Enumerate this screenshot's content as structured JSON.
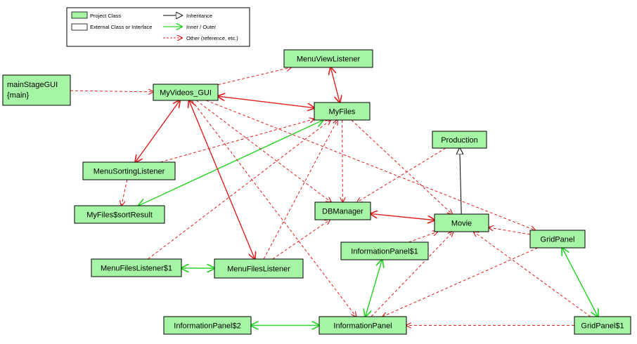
{
  "colors": {
    "project_fill": "#a6f5a6",
    "external_fill": "#ffffff",
    "inheritance": "#000000",
    "inner": "#2ed52e",
    "other": "#e32020"
  },
  "legend": {
    "project_class": "Project Class",
    "external_class": "External Class or Interface",
    "inheritance": "Inheritance",
    "inner_outer": "Inner / Outer",
    "other": "Other (reference, etc.)"
  },
  "nodes": [
    {
      "id": "mainStageGUI",
      "lines": [
        "mainStageGUI",
        "{main}"
      ]
    },
    {
      "id": "MyVideos_GUI",
      "lines": [
        "MyVideos_GUI"
      ]
    },
    {
      "id": "MenuViewListener",
      "lines": [
        "MenuViewListener"
      ]
    },
    {
      "id": "MyFiles",
      "lines": [
        "MyFiles"
      ]
    },
    {
      "id": "Production",
      "lines": [
        "Production"
      ]
    },
    {
      "id": "MenuSortingListener",
      "lines": [
        "MenuSortingListener"
      ]
    },
    {
      "id": "MyFiles$sortResult",
      "lines": [
        "MyFiles$sortResult"
      ]
    },
    {
      "id": "DBManager",
      "lines": [
        "DBManager"
      ]
    },
    {
      "id": "Movie",
      "lines": [
        "Movie"
      ]
    },
    {
      "id": "GridPanel",
      "lines": [
        "GridPanel"
      ]
    },
    {
      "id": "InformationPanel$1",
      "lines": [
        "InformationPanel$1"
      ]
    },
    {
      "id": "MenuFilesListener$1",
      "lines": [
        "MenuFilesListener$1"
      ]
    },
    {
      "id": "MenuFilesListener",
      "lines": [
        "MenuFilesListener"
      ]
    },
    {
      "id": "InformationPanel$2",
      "lines": [
        "InformationPanel$2"
      ]
    },
    {
      "id": "InformationPanel",
      "lines": [
        "InformationPanel"
      ]
    },
    {
      "id": "GridPanel$1",
      "lines": [
        "GridPanel$1"
      ]
    }
  ],
  "edges": [
    {
      "from": "mainStageGUI",
      "to": "MyVideos_GUI",
      "kind": "other"
    },
    {
      "from": "MyVideos_GUI",
      "to": "MenuViewListener",
      "kind": "other"
    },
    {
      "from": "MyVideos_GUI",
      "to": "MyFiles",
      "kind": "other",
      "both": true,
      "solid": true
    },
    {
      "from": "MenuViewListener",
      "to": "MyFiles",
      "kind": "other",
      "both": true,
      "solid": true
    },
    {
      "from": "MyVideos_GUI",
      "to": "MenuSortingListener",
      "kind": "other",
      "both": true,
      "solid": true
    },
    {
      "from": "MenuSortingListener",
      "to": "MyFiles",
      "kind": "other"
    },
    {
      "from": "MenuSortingListener",
      "to": "MyFiles$sortResult",
      "kind": "other"
    },
    {
      "from": "MyFiles$sortResult",
      "to": "MyFiles",
      "kind": "inner",
      "both": true
    },
    {
      "from": "MyVideos_GUI",
      "to": "DBManager",
      "kind": "other"
    },
    {
      "from": "MyFiles",
      "to": "DBManager",
      "kind": "other"
    },
    {
      "from": "Production",
      "to": "DBManager",
      "kind": "other"
    },
    {
      "from": "MyFiles",
      "to": "Movie",
      "kind": "other"
    },
    {
      "from": "MyVideos_GUI",
      "to": "GridPanel",
      "kind": "other"
    },
    {
      "from": "MyVideos_GUI",
      "to": "MenuFilesListener",
      "kind": "other",
      "both": true,
      "solid": true
    },
    {
      "from": "MyVideos_GUI",
      "to": "InformationPanel",
      "kind": "other"
    },
    {
      "from": "MenuFilesListener$1",
      "to": "MyFiles",
      "kind": "other"
    },
    {
      "from": "MenuFilesListener$1",
      "to": "MenuFilesListener",
      "kind": "inner",
      "both": true
    },
    {
      "from": "MenuFilesListener",
      "to": "MyFiles",
      "kind": "other"
    },
    {
      "from": "MenuFilesListener",
      "to": "DBManager",
      "kind": "other"
    },
    {
      "from": "Movie",
      "to": "Production",
      "kind": "inheritance"
    },
    {
      "from": "DBManager",
      "to": "Movie",
      "kind": "other",
      "both": true,
      "solid": true
    },
    {
      "from": "GridPanel",
      "to": "Movie",
      "kind": "other"
    },
    {
      "from": "InformationPanel$1",
      "to": "Movie",
      "kind": "other"
    },
    {
      "from": "InformationPanel",
      "to": "Movie",
      "kind": "other"
    },
    {
      "from": "GridPanel$1",
      "to": "Movie",
      "kind": "other"
    },
    {
      "from": "InformationPanel",
      "to": "InformationPanel$1",
      "kind": "inner",
      "both": true
    },
    {
      "from": "InformationPanel$2",
      "to": "InformationPanel",
      "kind": "inner",
      "both": true
    },
    {
      "from": "GridPanel",
      "to": "GridPanel$1",
      "kind": "inner",
      "both": true
    },
    {
      "from": "GridPanel$1",
      "to": "InformationPanel",
      "kind": "other"
    },
    {
      "from": "GridPanel",
      "to": "InformationPanel",
      "kind": "other"
    }
  ]
}
